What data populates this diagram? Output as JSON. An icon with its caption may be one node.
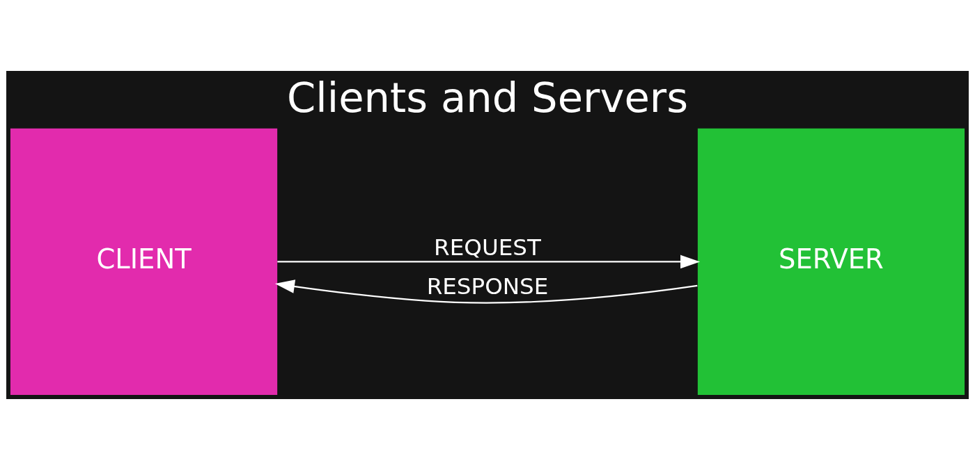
{
  "diagram": {
    "title": "Clients and Servers",
    "nodes": [
      {
        "text": [
          "CLIENT"
        ]
      },
      {
        "text": [
          "SERVER"
        ]
      }
    ],
    "edges": [
      {
        "from": 0,
        "to": 1,
        "arrow": "to",
        "label": "REQUEST"
      },
      {
        "from": 1,
        "to": 0,
        "arrow": "to",
        "label": "RESPONSE"
      }
    ]
  }
}
